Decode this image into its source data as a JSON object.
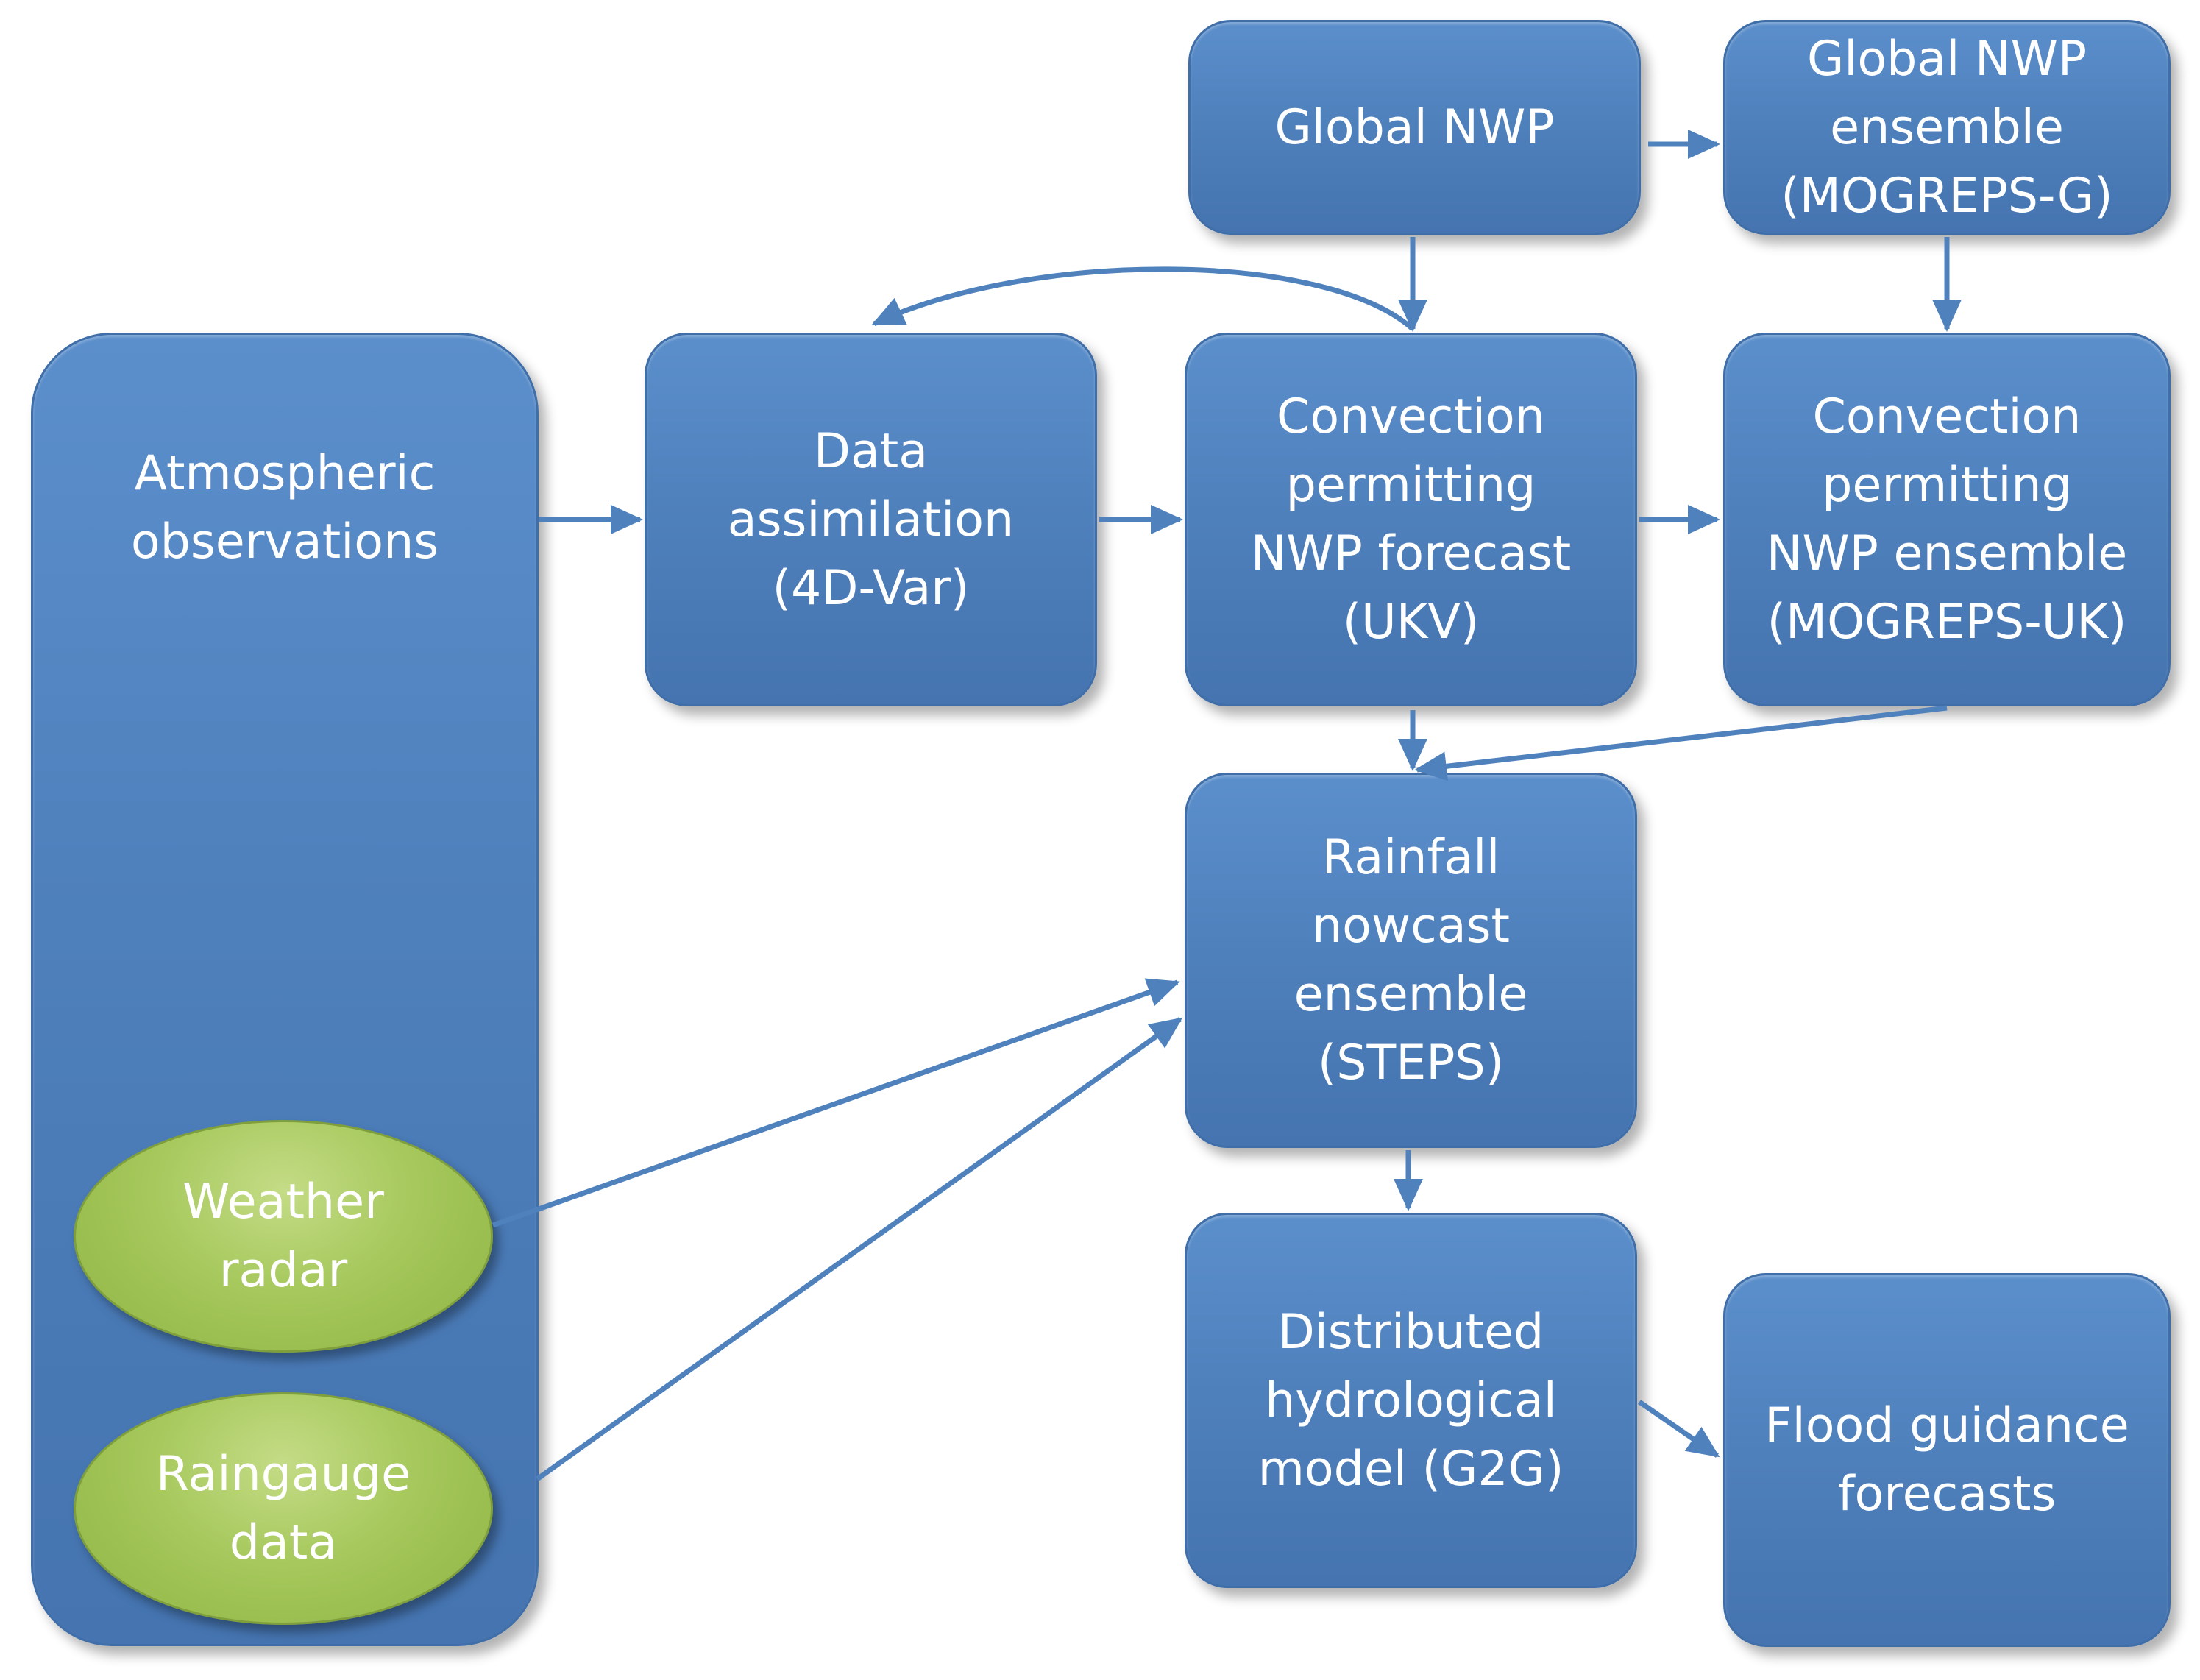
{
  "nodes": {
    "global_nwp": "Global NWP",
    "global_nwp_ensemble": "Global NWP\nensemble\n(MOGREPS-G)",
    "atmospheric_observations": "Atmospheric\nobservations",
    "data_assimilation": "Data\nassimilation\n(4D-Var)",
    "convection_forecast": "Convection\npermitting\nNWP forecast\n(UKV)",
    "convection_ensemble": "Convection\npermitting\nNWP ensemble\n(MOGREPS-UK)",
    "rainfall_nowcast": "Rainfall\nnowcast\nensemble\n(STEPS)",
    "weather_radar": "Weather\nradar",
    "raingauge_data": "Raingauge\ndata",
    "hydrological_model": "Distributed\nhydrological\nmodel (G2G)",
    "flood_guidance": "Flood guidance\nforecasts"
  },
  "colors": {
    "box_fill": "#4f81bd",
    "box_border": "#3f6ea8",
    "ellipse_fill": "#9bbb59",
    "arrow": "#4f81bd",
    "text": "#ffffff"
  }
}
